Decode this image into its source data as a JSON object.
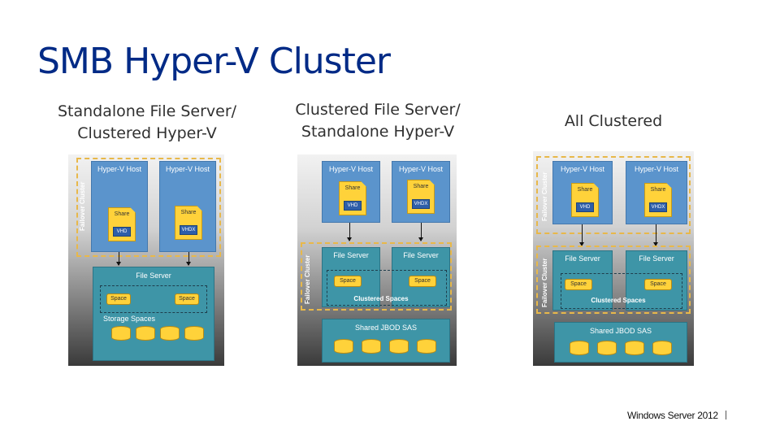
{
  "title": "SMB Hyper-V Cluster",
  "columns": [
    {
      "heading": [
        "Standalone File Server/",
        "Clustered Hyper-V"
      ],
      "failover_label": "Failover Cluster",
      "hosts": [
        {
          "label": "Hyper-V Host",
          "share": "Share",
          "disk": "VHD"
        },
        {
          "label": "Hyper-V Host",
          "share": "Share",
          "disk": "VHDX"
        }
      ],
      "file_server": "File Server",
      "spaces": [
        "Space",
        "Space"
      ],
      "storage_label": "Storage Spaces"
    },
    {
      "heading": [
        "Clustered File Server/",
        "Standalone Hyper-V"
      ],
      "failover_label": "Failover Cluster",
      "hosts": [
        {
          "label": "Hyper-V Host",
          "share": "Share",
          "disk": "VHD"
        },
        {
          "label": "Hyper-V Host",
          "share": "Share",
          "disk": "VHDX"
        }
      ],
      "file_servers": [
        "File Server",
        "File Server"
      ],
      "spaces": [
        "Space",
        "Space"
      ],
      "clustered_spaces": "Clustered Spaces",
      "jbod": "Shared JBOD SAS"
    },
    {
      "heading": [
        "All Clustered"
      ],
      "failover_label_top": "Failover Cluster",
      "failover_label_bottom": "Failover Cluster",
      "hosts": [
        {
          "label": "Hyper-V Host",
          "share": "Share",
          "disk": "VHD"
        },
        {
          "label": "Hyper-V Host",
          "share": "Share",
          "disk": "VHDX"
        }
      ],
      "file_servers": [
        "File Server",
        "File Server"
      ],
      "spaces": [
        "Space",
        "Space"
      ],
      "clustered_spaces": "Clustered Spaces",
      "jbod": "Shared JBOD SAS"
    }
  ],
  "footer": "Windows Server 2012",
  "colors": {
    "title": "#002a86",
    "block_blue": "#5b94cc",
    "block_teal": "#3e95a7",
    "dashed_cluster": "#e8b84a",
    "disk_yellow": "#ffd23a"
  }
}
